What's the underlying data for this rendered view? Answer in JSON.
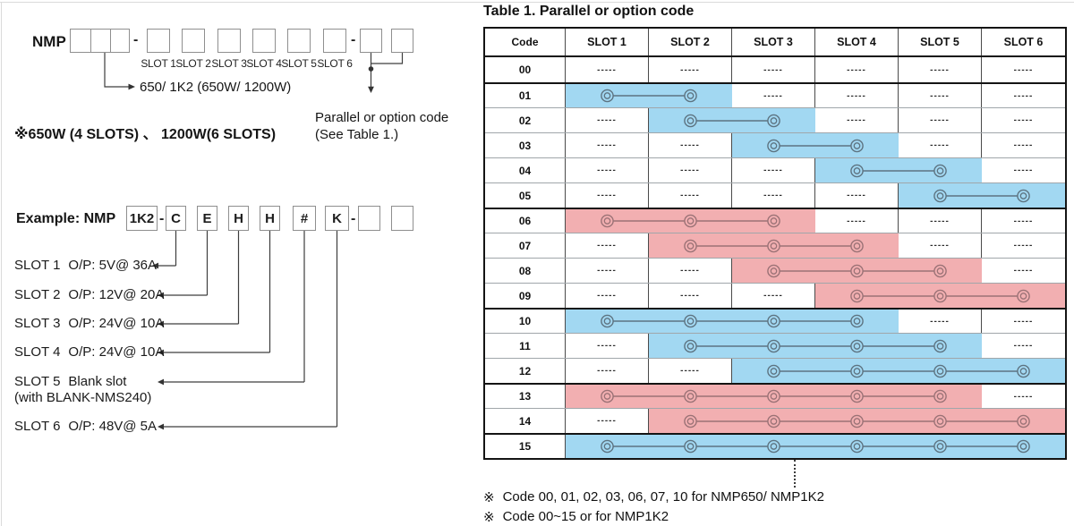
{
  "left": {
    "model_prefix": "NMP",
    "dash": "-",
    "slot_labels_small": [
      "SLOT 1",
      "SLOT 2",
      "SLOT 3",
      "SLOT 4",
      "SLOT 5",
      "SLOT 6"
    ],
    "wattage_callout": "650/ 1K2 (650W/ 1200W)",
    "wattage_note": "※650W (4 SLOTS) 、 1200W(6 SLOTS)",
    "parallel_callout_line1": "Parallel or option code",
    "parallel_callout_line2": "(See Table 1.)",
    "example": {
      "label": "Example: NMP",
      "wattage_code": "1K2",
      "slot_codes": [
        "C",
        "E",
        "H",
        "H",
        "#",
        "K"
      ]
    },
    "slot_outputs": [
      {
        "name": "SLOT 1",
        "desc": "O/P: 5V@ 36A"
      },
      {
        "name": "SLOT 2",
        "desc": "O/P: 12V@ 20A"
      },
      {
        "name": "SLOT 3",
        "desc": "O/P: 24V@ 10A"
      },
      {
        "name": "SLOT 4",
        "desc": "O/P: 24V@ 10A"
      },
      {
        "name": "SLOT 5",
        "desc": "Blank slot",
        "desc2": "(with BLANK-NMS240)"
      },
      {
        "name": "SLOT 6",
        "desc": "O/P: 48V@ 5A"
      }
    ]
  },
  "table": {
    "title": "Table 1. Parallel or option code",
    "columns": [
      "Code",
      "SLOT 1",
      "SLOT 2",
      "SLOT 3",
      "SLOT 4",
      "SLOT 5",
      "SLOT 6"
    ],
    "empty_cell": "-----",
    "colors": {
      "blue": "#A2D8F2",
      "pink": "#F2AFB1"
    },
    "rows": [
      {
        "code": "00",
        "span": null,
        "color": null
      },
      {
        "code": "01",
        "span": [
          1,
          2
        ],
        "color": "blue",
        "group_start": true
      },
      {
        "code": "02",
        "span": [
          2,
          3
        ],
        "color": "blue"
      },
      {
        "code": "03",
        "span": [
          3,
          4
        ],
        "color": "blue"
      },
      {
        "code": "04",
        "span": [
          4,
          5
        ],
        "color": "blue"
      },
      {
        "code": "05",
        "span": [
          5,
          6
        ],
        "color": "blue"
      },
      {
        "code": "06",
        "span": [
          1,
          3
        ],
        "color": "pink",
        "group_start": true
      },
      {
        "code": "07",
        "span": [
          2,
          4
        ],
        "color": "pink"
      },
      {
        "code": "08",
        "span": [
          3,
          5
        ],
        "color": "pink"
      },
      {
        "code": "09",
        "span": [
          4,
          6
        ],
        "color": "pink"
      },
      {
        "code": "10",
        "span": [
          1,
          4
        ],
        "color": "blue",
        "group_start": true
      },
      {
        "code": "11",
        "span": [
          2,
          5
        ],
        "color": "blue"
      },
      {
        "code": "12",
        "span": [
          3,
          6
        ],
        "color": "blue"
      },
      {
        "code": "13",
        "span": [
          1,
          5
        ],
        "color": "pink",
        "group_start": true
      },
      {
        "code": "14",
        "span": [
          2,
          6
        ],
        "color": "pink"
      },
      {
        "code": "15",
        "span": [
          1,
          6
        ],
        "color": "blue",
        "group_start": true
      }
    ],
    "note_symbol": "※",
    "notes": [
      "Code 00, 01, 02, 03, 06, 07, 10 for NMP650/ NMP1K2",
      "Code 00~15 or for NMP1K2"
    ]
  }
}
